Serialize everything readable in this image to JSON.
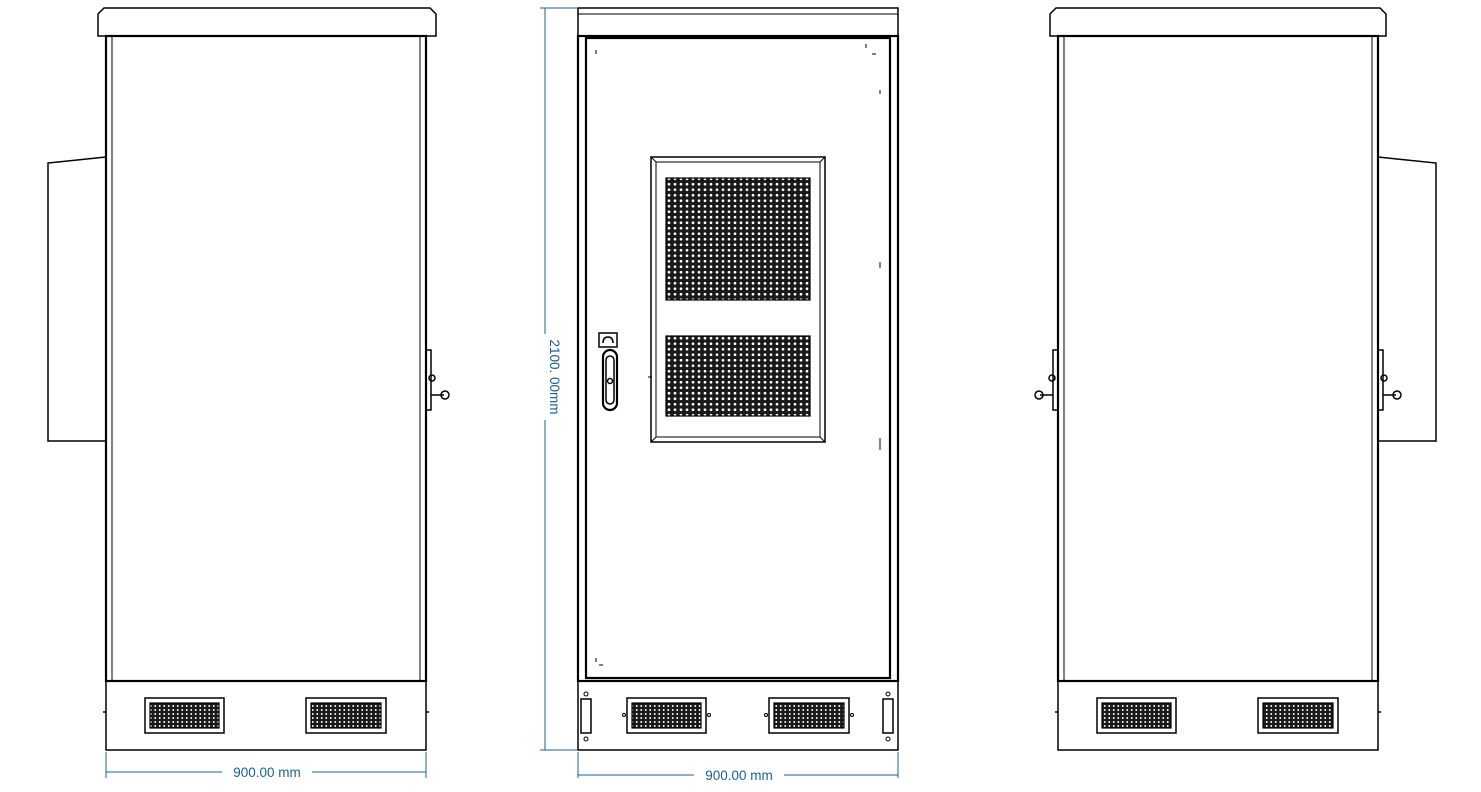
{
  "colors": {
    "line": "#000000",
    "dimension": "#1f5f8b",
    "background": "#ffffff"
  },
  "views": [
    {
      "name": "left-side-view",
      "dimensions": {
        "width": "900.00 mm"
      }
    },
    {
      "name": "front-view",
      "dimensions": {
        "width": "900.00 mm",
        "height": "2100. 00mm"
      }
    },
    {
      "name": "right-side-view"
    }
  ]
}
